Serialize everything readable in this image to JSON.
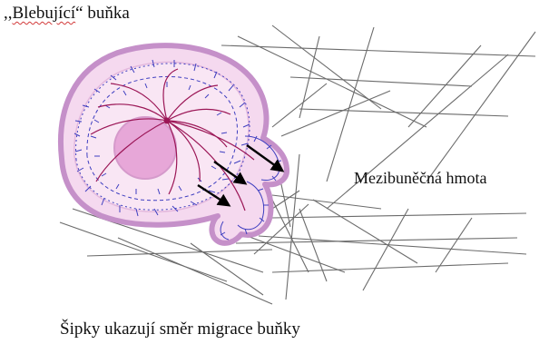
{
  "title": {
    "prefix": ",,",
    "word": "Blebující",
    "suffix": "“ buňka"
  },
  "matrix_label": "Mezibuněčná hmota",
  "caption": "Šipky ukazují směr migrace buňky",
  "colors": {
    "membrane_outline": "#c590c9",
    "cytoplasm_fill": "#f5d9ef",
    "nucleus_fill": "#e7a7d8",
    "actin": "#3f3fc0",
    "microtubules": "#9b1656",
    "fibers": "#6b6b6b",
    "arrows": "#000000"
  }
}
